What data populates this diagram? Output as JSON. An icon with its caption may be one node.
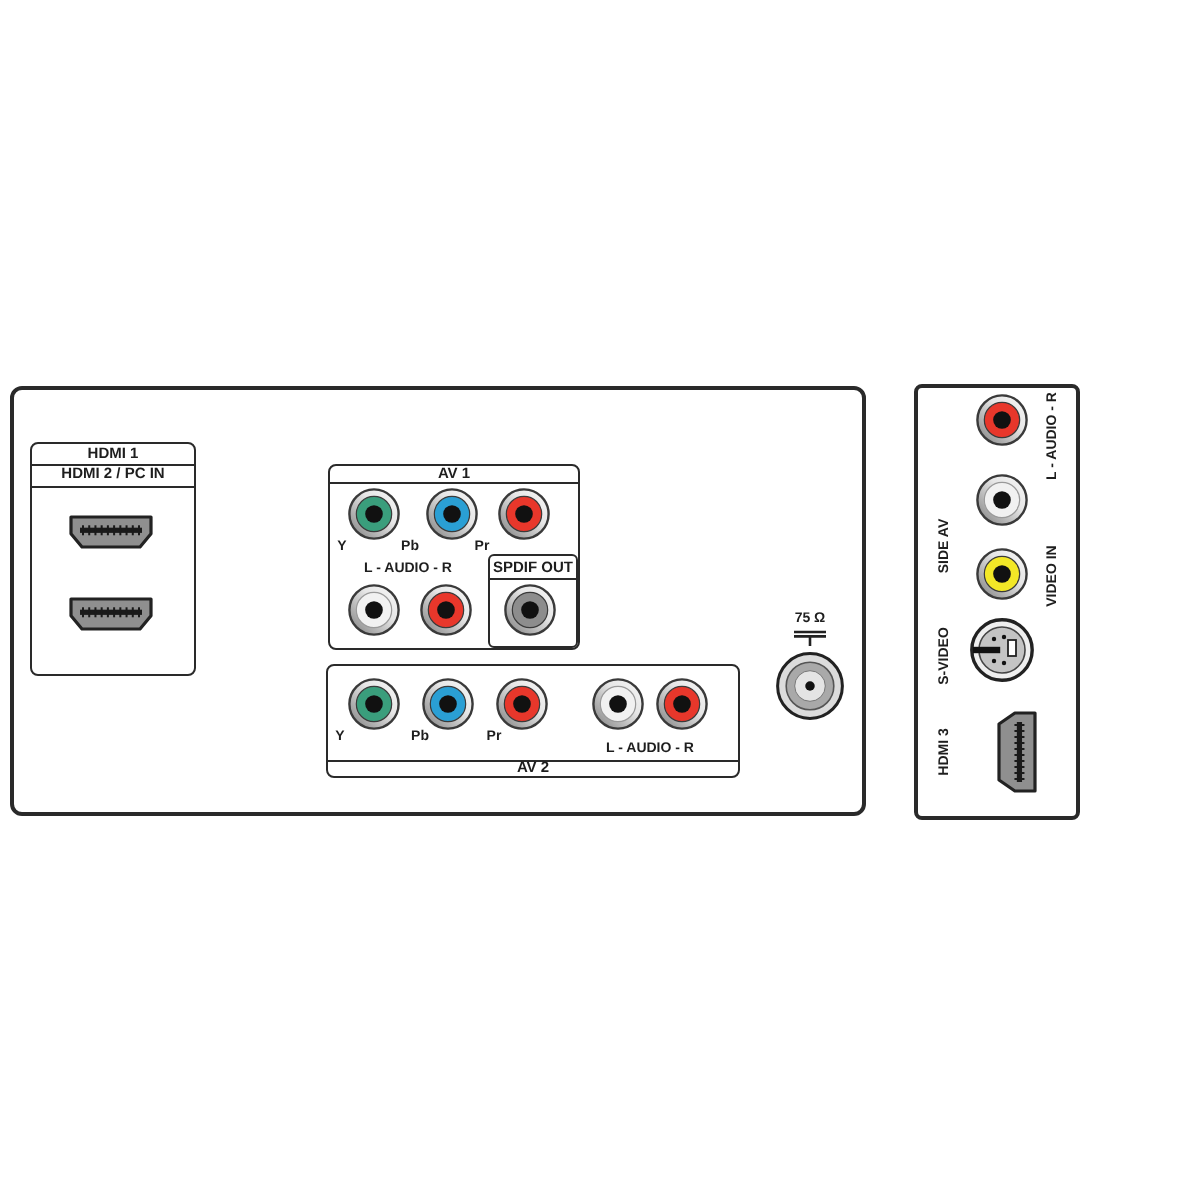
{
  "diagram": {
    "nodes": [
      {
        "text": [],
        "shape": "box"
      },
      {
        "text": [
          "HDMI 1",
          "HDMI 2 / PC IN"
        ],
        "in": 0
      },
      {
        "text": [
          "AV 1",
          "Y",
          "Pb",
          "Pr",
          "L - AUDIO - R"
        ],
        "in": 0
      },
      {
        "text": [
          "SPDIF OUT"
        ],
        "in": 2
      },
      {
        "text": [
          "Y",
          "Pb",
          "Pr",
          "L - AUDIO - R",
          "AV 2"
        ],
        "in": 0
      },
      {
        "text": [
          "SIDE AV",
          "L - AUDIO - R",
          "VIDEO IN",
          "S-VIDEO",
          "HDMI 3"
        ]
      }
    ],
    "labels": [
      "75 Ω"
    ]
  }
}
